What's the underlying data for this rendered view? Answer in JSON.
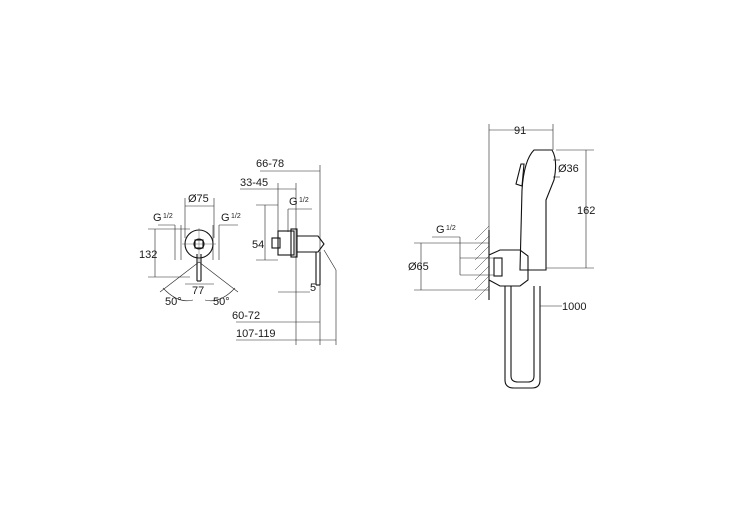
{
  "left_view": {
    "diameter_label": "Ø75",
    "thread_left_label": "G",
    "thread_left_frac": "1/2",
    "thread_right_label": "G",
    "thread_right_frac": "1/2",
    "height_label": "132",
    "width_label": "77",
    "angle_left_label": "50°",
    "angle_right_label": "50°"
  },
  "side_view": {
    "total_depth_label": "66-78",
    "body_depth_label": "33-45",
    "thread_label": "G",
    "thread_frac": "1/2",
    "height_label": "54",
    "offset_label": "5",
    "depth_range_label": "60-72",
    "total_length_label": "107-119"
  },
  "shower_view": {
    "width_label": "91",
    "head_diameter_label": "Ø36",
    "height_label": "162",
    "thread_label": "G",
    "thread_frac": "1/2",
    "outlet_diameter_label": "Ø65",
    "hose_length_label": "1000"
  }
}
